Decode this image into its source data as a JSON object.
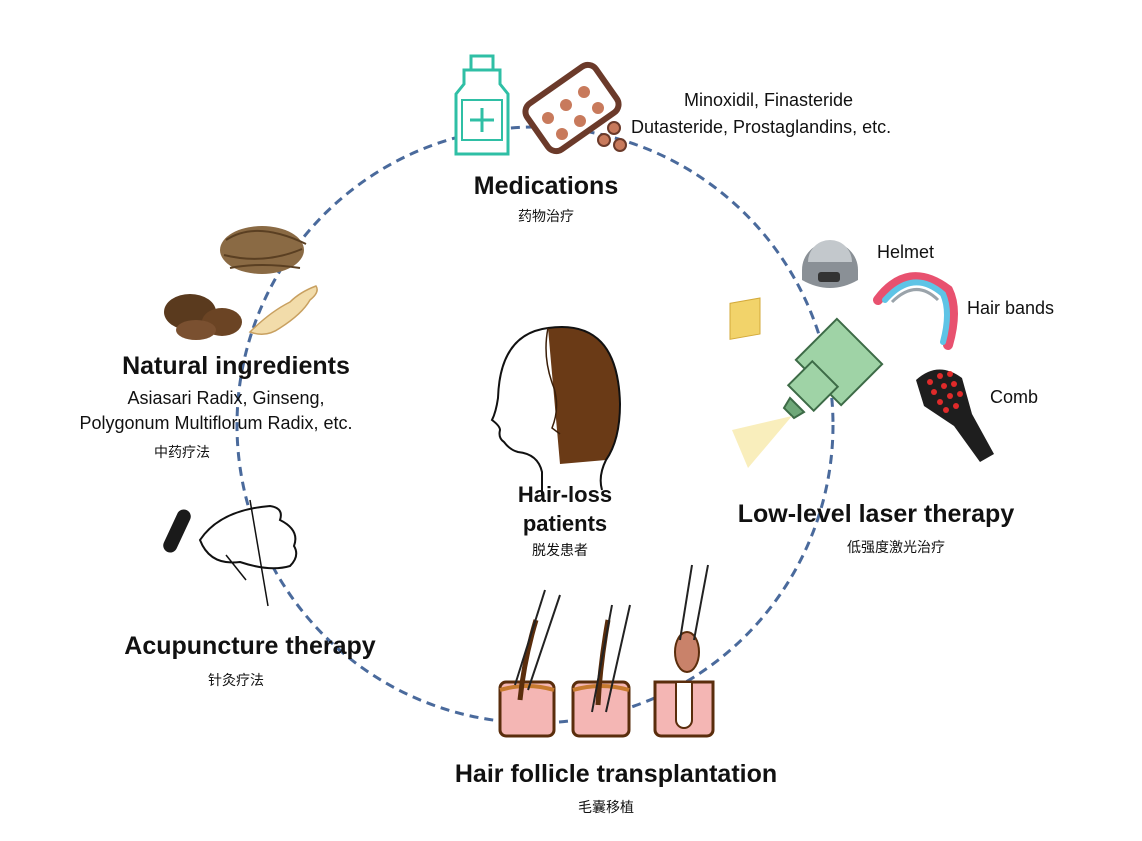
{
  "center": {
    "line1": "Hair-loss",
    "line2": "patients",
    "cn": "脱发患者"
  },
  "medications": {
    "title": "Medications",
    "cn": "药物治疗",
    "desc1": "Minoxidil, Finasteride",
    "desc2": "Dutasteride, Prostaglandins, etc."
  },
  "laser": {
    "title": "Low-level laser therapy",
    "cn": "低强度激光治疗",
    "items": [
      "Helmet",
      "Hair bands",
      "Comb"
    ]
  },
  "transplant": {
    "title": "Hair follicle transplantation",
    "cn": "毛囊移植"
  },
  "acupuncture": {
    "title": "Acupuncture therapy",
    "cn": "针灸疗法"
  },
  "natural": {
    "title": "Natural ingredients",
    "desc1": "Asiasari Radix, Ginseng,",
    "desc2": "Polygonum Multiflorum Radix, etc.",
    "cn": "中药疗法"
  },
  "colors": {
    "circle": "#4a6a9c",
    "teal": "#2fbfa5",
    "pill": "#b06a4e",
    "laser_green": "#9fd3a6",
    "hair": "#5a2d0c",
    "skin": "#f4b6b4"
  }
}
